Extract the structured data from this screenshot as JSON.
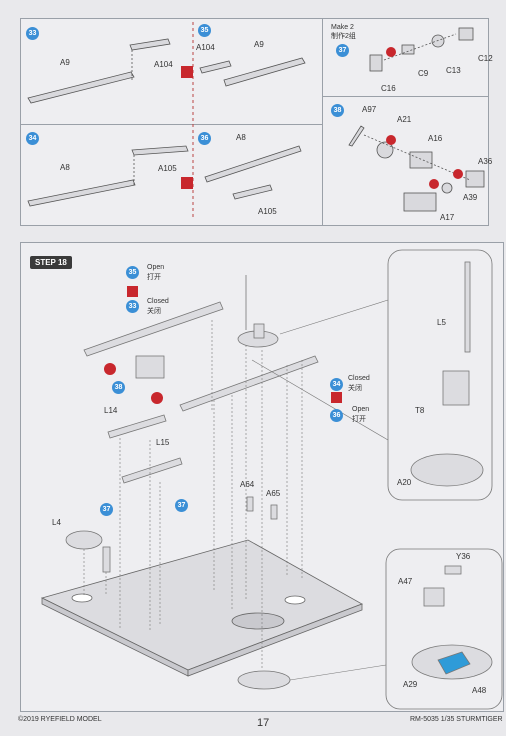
{
  "top_steps": {
    "s33": {
      "num": "33",
      "parts": [
        "A9",
        "A104"
      ]
    },
    "s35": {
      "num": "35",
      "parts": [
        "A104",
        "A9"
      ]
    },
    "s37": {
      "num": "37",
      "make_note": "Make 2",
      "make_note_cn": "制作2组",
      "parts": [
        "C12",
        "C9",
        "C13",
        "C16"
      ]
    },
    "s34": {
      "num": "34",
      "parts": [
        "A8",
        "A105"
      ]
    },
    "s36": {
      "num": "36",
      "parts": [
        "A8",
        "A105"
      ]
    },
    "s38": {
      "num": "38",
      "parts": [
        "A97",
        "A21",
        "A16",
        "A36",
        "A39",
        "A17"
      ]
    }
  },
  "step18": {
    "title": "STEP 18",
    "legend_top": [
      {
        "num": "35",
        "en": "Open",
        "cn": "打开"
      },
      {
        "num": "33",
        "en": "Closed",
        "cn": "关闭"
      }
    ],
    "legend_right": [
      {
        "num": "34",
        "en": "Closed",
        "cn": "关闭"
      },
      {
        "num": "36",
        "en": "Open",
        "cn": "打开"
      }
    ],
    "marker_38": "38",
    "marker_37a": "37",
    "marker_37b": "37",
    "parts": [
      "L14",
      "L15",
      "L4",
      "A64",
      "A65"
    ],
    "detail1": [
      "L5",
      "T8",
      "A20"
    ],
    "detail2": [
      "Y36",
      "A47",
      "A29",
      "A48"
    ]
  },
  "footer": {
    "copyright": "©2019 RYEFIELD MODEL",
    "page": "17",
    "product": "RM-5035 1/35 STURMTIGER"
  },
  "colors": {
    "accent": "#3b8fd6",
    "warning": "#c8272d",
    "highlight": "#2f9bd8"
  }
}
